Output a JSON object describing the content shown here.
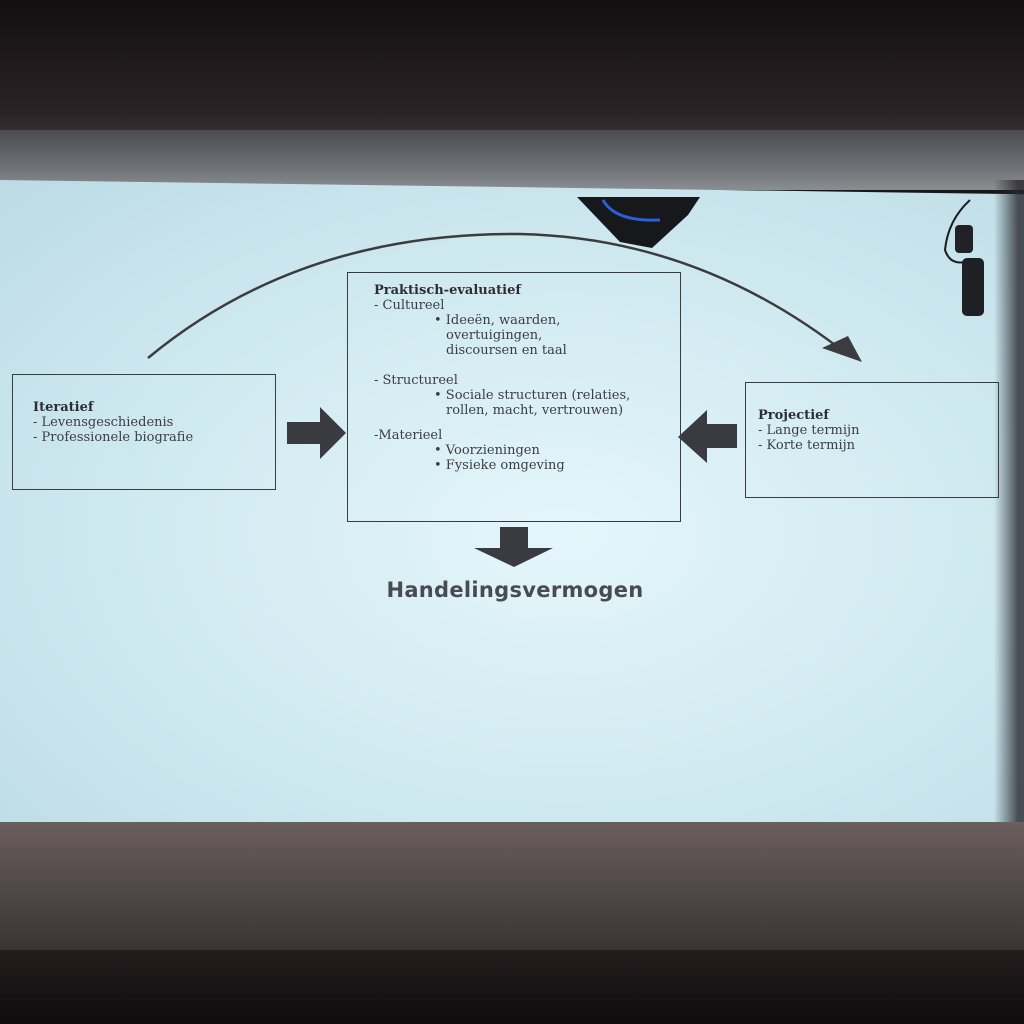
{
  "diagram": {
    "left_box": {
      "title": "Iteratief",
      "items": [
        "- Levensgeschiedenis",
        "- Professionele biografie"
      ]
    },
    "center_box": {
      "title": "Praktisch-evaluatief",
      "cultural_label": "- Cultureel",
      "cultural_items": [
        "• Ideeën, waarden,",
        "overtuigingen,",
        "discoursen en taal"
      ],
      "structural_label": "- Structureel",
      "structural_items": [
        "• Sociale structuren (relaties,",
        "rollen, macht, vertrouwen)"
      ],
      "material_label": "-Materieel",
      "material_items": [
        "• Voorzieningen",
        "• Fysieke omgeving"
      ]
    },
    "right_box": {
      "title": "Projectief",
      "items": [
        "- Lange termijn",
        "- Korte termijn"
      ]
    },
    "result": "Handelingsvermogen"
  },
  "colors": {
    "screen": "#d8eff5",
    "ink": "#3b3c40",
    "arrow": "#3a3b40"
  }
}
